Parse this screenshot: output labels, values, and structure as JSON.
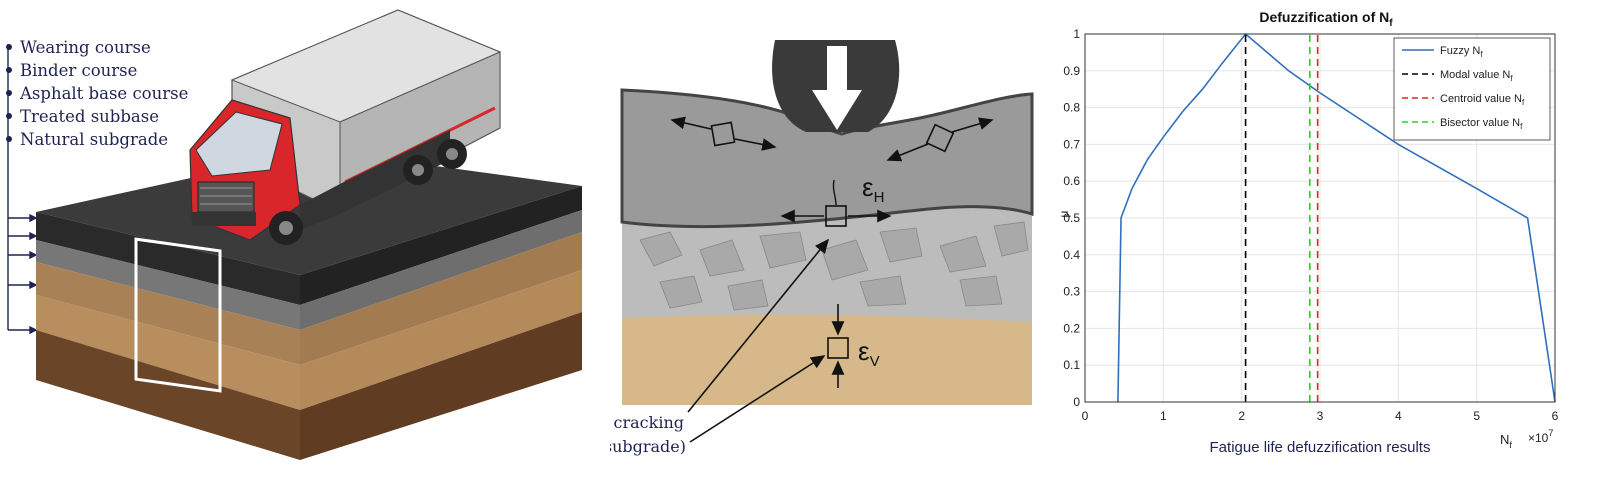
{
  "layers_legend": [
    "Wearing course",
    "Binder course",
    "Asphalt base course",
    "Treated subbase",
    "Natural subgrade"
  ],
  "strain_labels": {
    "horizontal": "ε",
    "horizontal_sub": "H",
    "vertical": "ε",
    "vertical_sub": "V"
  },
  "failure_labels": [
    "Bottom-up fatigue cracking",
    "Permanent deformation (subgrade)"
  ],
  "colors": {
    "navy_text": "#1f2353",
    "fuzzy": "#2f6fbd",
    "modal": "#000000",
    "centroid": "#e8202a",
    "bisector": "#22d622",
    "asphalt": "#9a9a9a",
    "subgrade": "#d6b88a",
    "truck_cab": "#d8262a"
  },
  "chart_data": {
    "type": "line",
    "title": "Defuzzification of N",
    "title_sub": "f",
    "xlabel": "Fatigue life defuzzification results",
    "xaxis_symbol": "N",
    "xaxis_symbol_sub": "f",
    "x_exponent_label": "×10",
    "x_exponent": "7",
    "ylabel": "μ",
    "xlim": [
      0,
      6
    ],
    "ylim": [
      0,
      1
    ],
    "xticks": [
      "0",
      "1",
      "2",
      "3",
      "4",
      "5",
      "6"
    ],
    "yticks": [
      "0",
      "0.1",
      "0.2",
      "0.3",
      "0.4",
      "0.5",
      "0.6",
      "0.7",
      "0.8",
      "0.9",
      "1"
    ],
    "grid": true,
    "legend_position": "top-right",
    "series": [
      {
        "name": "Fuzzy N",
        "name_sub": "f",
        "style": "solid",
        "color": "#2f6fbd",
        "x": [
          0.42,
          0.46,
          0.6,
          0.8,
          1.0,
          1.25,
          1.5,
          1.75,
          2.05,
          2.6,
          3.0,
          3.5,
          4.0,
          4.5,
          5.0,
          5.65,
          6.0
        ],
        "y": [
          0,
          0.5,
          0.58,
          0.66,
          0.72,
          0.79,
          0.85,
          0.92,
          1.0,
          0.9,
          0.84,
          0.77,
          0.7,
          0.64,
          0.58,
          0.5,
          0
        ]
      },
      {
        "name": "Modal value N",
        "name_sub": "f",
        "style": "dashed",
        "color": "#000000",
        "x": [
          2.05,
          2.05
        ],
        "y": [
          0,
          1
        ]
      },
      {
        "name": "Centroid value N",
        "name_sub": "f",
        "style": "dashed",
        "color": "#e8202a",
        "x": [
          2.97,
          2.97
        ],
        "y": [
          0,
          1
        ]
      },
      {
        "name": "Bisector value N",
        "name_sub": "f",
        "style": "dashed",
        "color": "#22d622",
        "x": [
          2.87,
          2.87
        ],
        "y": [
          0,
          1
        ]
      }
    ]
  }
}
